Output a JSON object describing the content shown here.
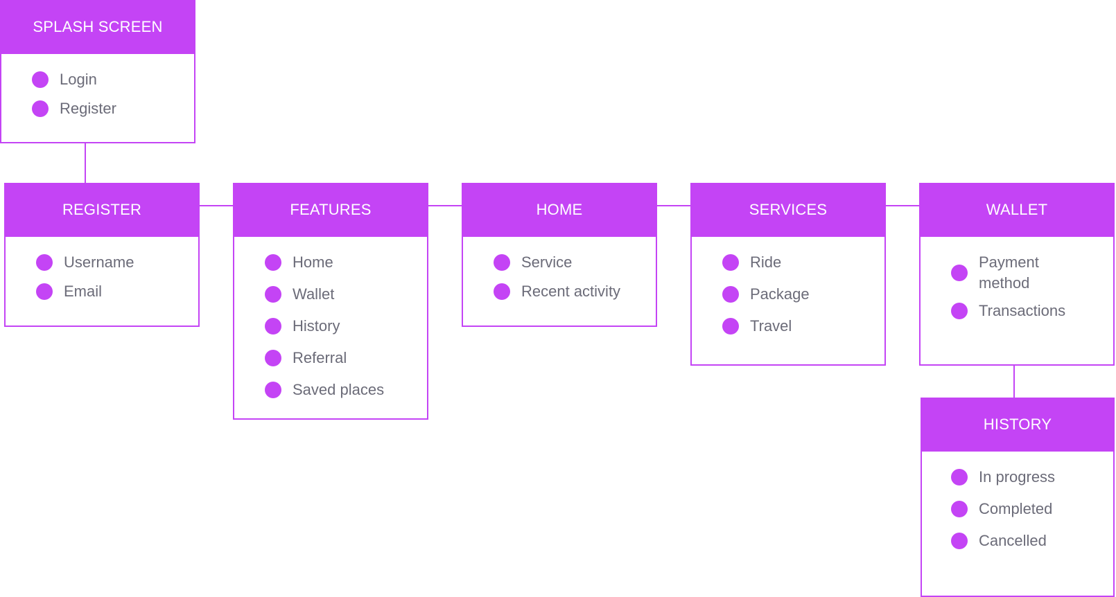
{
  "accent_color": "#c444f5",
  "text_color": "#6b6b78",
  "nodes": {
    "splash": {
      "title": "SPLASH SCREEN",
      "items": [
        "Login",
        "Register"
      ]
    },
    "register": {
      "title": "REGISTER",
      "items": [
        "Username",
        "Email"
      ]
    },
    "features": {
      "title": "FEATURES",
      "items": [
        "Home",
        "Wallet",
        "History",
        "Referral",
        "Saved places"
      ]
    },
    "home": {
      "title": "HOME",
      "items": [
        "Service",
        "Recent activity"
      ]
    },
    "services": {
      "title": "SERVICES",
      "items": [
        "Ride",
        "Package",
        "Travel"
      ]
    },
    "wallet": {
      "title": "WALLET",
      "items": [
        "Payment method",
        "Transactions"
      ]
    },
    "history": {
      "title": "HISTORY",
      "items": [
        "In progress",
        "Completed",
        "Cancelled"
      ]
    }
  }
}
